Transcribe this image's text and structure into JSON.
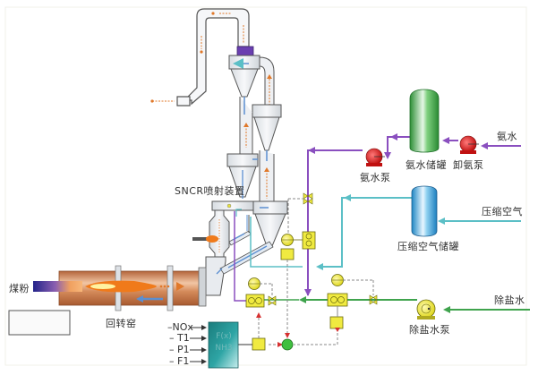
{
  "title": "SNCR脱硝工艺流程图",
  "labels": {
    "sncr_device": "SNCR喷射装置",
    "coal_powder": "煤粉",
    "rotary_kiln": "回转窑",
    "ammonia_water_input": "氨水",
    "ammonia_tank": "氨水储罐",
    "unload_pump": "卸氨泵",
    "ammonia_pump": "氨水泵",
    "compressed_air_input": "压缩空气",
    "air_tank": "压缩空气储罐",
    "demin_water_input": "除盐水",
    "demin_water_pump": "除盐水泵"
  },
  "controller": {
    "inputs": [
      "NOx",
      "T1",
      "P1",
      "F1"
    ],
    "line1": "F(x)",
    "line2": "NH3"
  },
  "colors": {
    "ammonia_line": "#8a4fbf",
    "air_line": "#5bbfc6",
    "water_line": "#3fa34d",
    "gas_flow": "#e0782a",
    "material_flow": "#5b8fd1",
    "instrument": "#e8e23a",
    "ammonia_tank": "#3fae4a",
    "air_tank": "#3aa6da",
    "pump_red": "#d82020",
    "kiln": "#c8764a",
    "controller": "#1e8c8c"
  }
}
